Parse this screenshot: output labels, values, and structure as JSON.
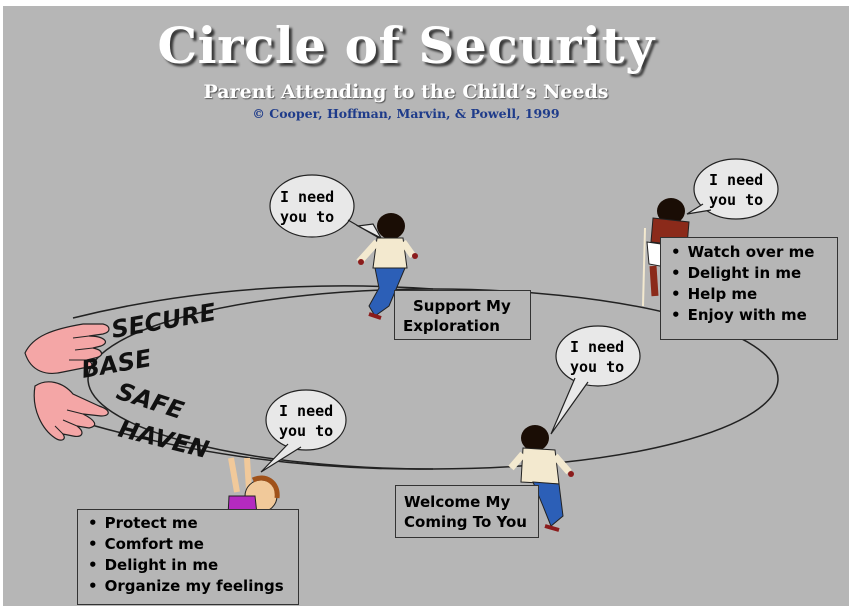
{
  "title": "Circle of Security",
  "subtitle": "Parent Attending to the Child’s Needs",
  "credit": "© Cooper, Hoffman,  Marvin, & Powell, 1999",
  "arc_labels": {
    "secure": "SECURE",
    "base": "BASE",
    "safe": "SAFE",
    "haven": "HAVEN"
  },
  "bubbles": [
    {
      "line1": "I need",
      "line2": "you to"
    },
    {
      "line1": "I need",
      "line2": "you to"
    },
    {
      "line1": "I need",
      "line2": "you to"
    },
    {
      "line1": "I need",
      "line2": "you to"
    }
  ],
  "support_box": {
    "line1": "Support My",
    "line2": "Exploration"
  },
  "welcome_box": {
    "line1": "Welcome My",
    "line2": "Coming To You"
  },
  "top_needs": [
    "Watch over me",
    "Delight in me",
    "Help me",
    "Enjoy with me"
  ],
  "bottom_needs": [
    "Protect me",
    "Comfort me",
    "Delight in me",
    "Organize my feelings"
  ],
  "bullet": "•",
  "colors": {
    "background": "#b6b6b6",
    "title": "#ffffff",
    "credit": "#1e3b8a",
    "bubble": "#e8e8e8",
    "hand": "#f4a6a6",
    "child_shirt": "#f3e9cf",
    "child_jeans": "#2c5fb7",
    "toddler_shirt": "#b42ac0"
  }
}
